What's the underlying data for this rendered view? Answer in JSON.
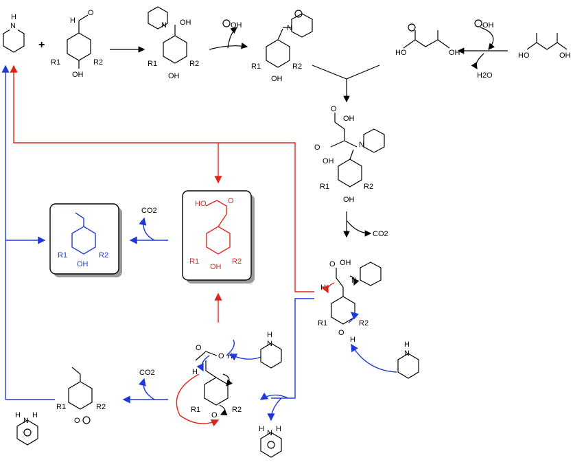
{
  "labels": {
    "piperidine_nh": "N",
    "piperidine_h": "H",
    "r1": "R1",
    "r2": "R2",
    "oh": "OH",
    "ho": "HO",
    "o": "O",
    "h": "H",
    "n": "N",
    "hydroxide": "OH",
    "water": "H2O",
    "co2": "CO2",
    "plus": "+"
  },
  "colors": {
    "black": "#000000",
    "red": "#e0241b",
    "blue": "#1f39d8",
    "box_shadow": "#9a9a9a"
  },
  "products": {
    "vinylphenol": "vinylphenol product (blue, boxed)",
    "cinnamic_acid": "hydroxycinnamic acid product (red, boxed)"
  }
}
